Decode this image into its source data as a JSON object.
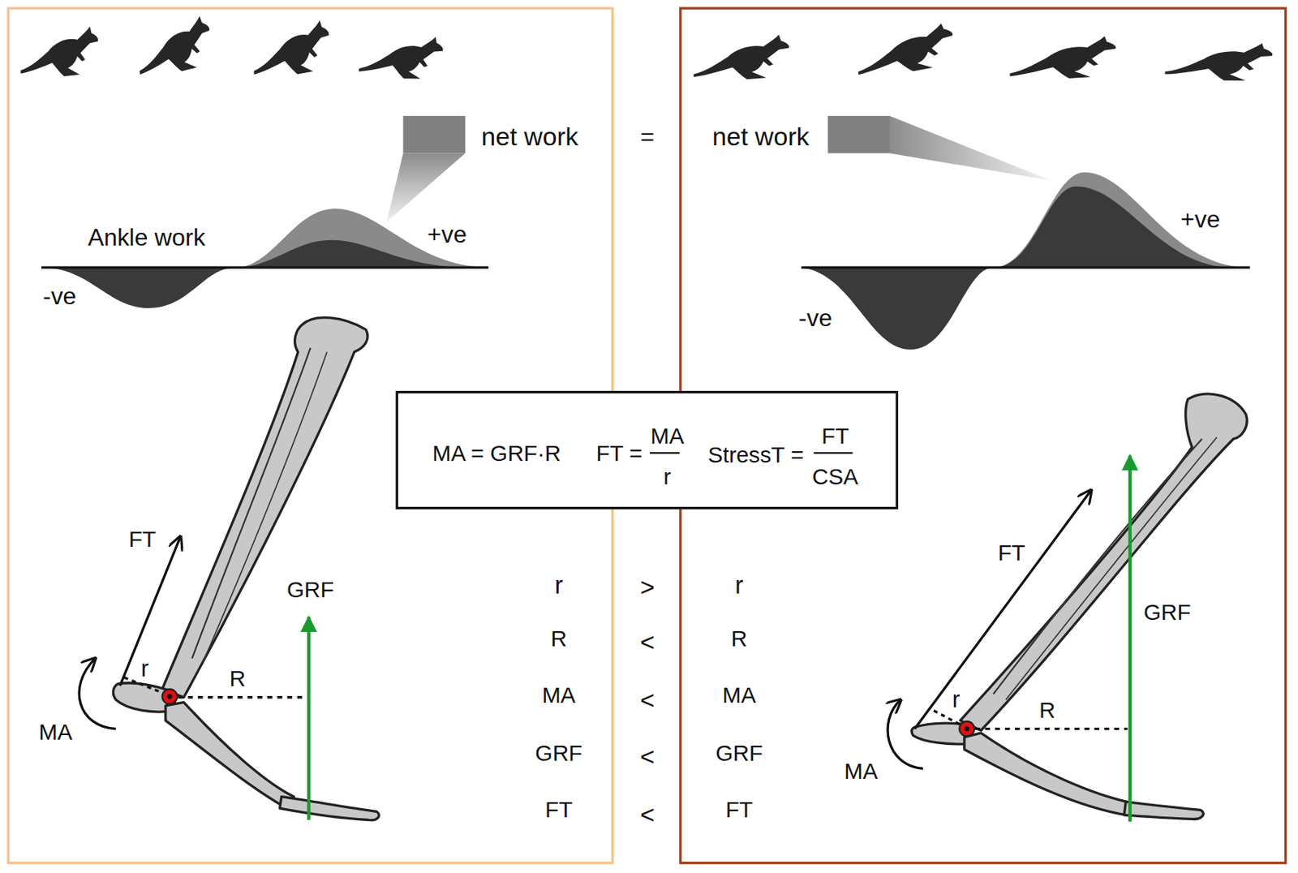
{
  "diagram": {
    "nodes": [
      {
        "text": [
          "net work"
        ]
      },
      {
        "text": [
          "net work"
        ]
      },
      {
        "text": [
          "MA = GRF·R",
          "FT =",
          "MA",
          "r",
          "StressT =",
          "FT",
          "CSA"
        ]
      }
    ],
    "labels": [
      "Ankle work",
      "+ve",
      "-ve",
      "FT",
      "r",
      "R",
      "MA",
      "GRF",
      "=",
      "r",
      ">",
      "r",
      "R",
      "<",
      "R",
      "MA",
      "<",
      "MA",
      "GRF",
      "<",
      "GRF",
      "FT",
      "<",
      "FT",
      "+ve",
      "-ve",
      "FT",
      "GRF",
      "r",
      "R",
      "MA"
    ]
  }
}
